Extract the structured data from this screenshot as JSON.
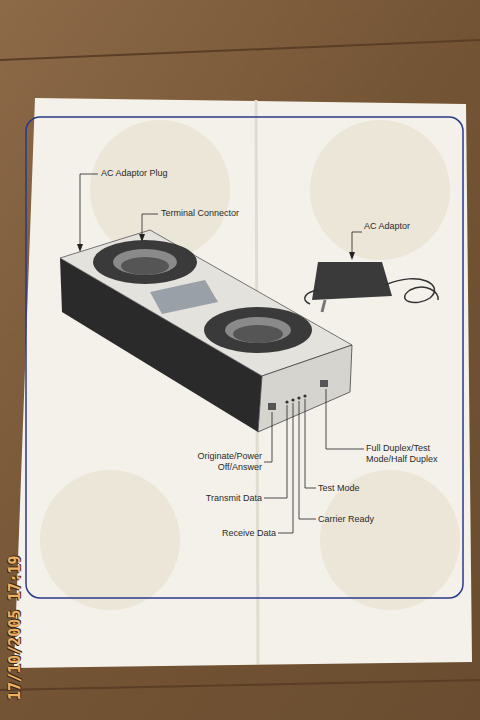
{
  "diagram": {
    "labels": [
      "AC Adaptor Plug",
      "Terminal Connector",
      "AC Adaptor",
      "Originate/Power Off/Answer",
      "Full Duplex/Test Mode/Half Duplex",
      "Transmit Data",
      "Test Mode",
      "Receive Data",
      "Carrier Ready",
      "17/10/2005 17:19"
    ]
  }
}
